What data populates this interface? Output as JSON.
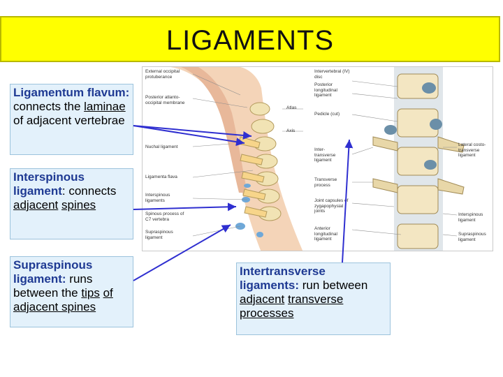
{
  "title": "LIGAMENTS",
  "boxes": {
    "flavum": {
      "hl": "Ligamentum flavum:",
      "pre": " connects the ",
      "u1": "laminae ",
      "post": "of adjacent vertebrae"
    },
    "interspinous": {
      "hl": "Interspinous ligament",
      "pre": ": connects ",
      "u1": "adjacent",
      "post": " spines"
    },
    "supraspinous": {
      "hl": "Supraspinous ligament:",
      "pre": " runs between the ",
      "u1": "tips",
      "mid": " of adjacent spines"
    },
    "intertransverse": {
      "hl": "Intertransverse ligaments:",
      "pre": " run between ",
      "u1": "adjacent",
      "post": " transverse processes"
    }
  },
  "figure_labels": {
    "external_occipital": "External occipital protuberance",
    "posterior_atlanto": "Posterior atlanto-occipital membrane",
    "nuchal": "Nuchal ligament",
    "ligamenta_flava": "Ligamenta flava",
    "interspinous_lig": "Interspinous ligaments",
    "spinous_c7": "Spinous process of C7 vertebra",
    "supraspinous_lig": "Supraspinous ligament",
    "atlas": "Atlas",
    "axis": "Axis",
    "ivdisc": "Intervertebral (IV) disc",
    "post_long": "Posterior longitudinal ligament",
    "pedicle": "Pedicle (cut)",
    "intertransverse_lig": "Inter-transverse ligament",
    "transverse_process": "Transverse process",
    "joint_capsules": "Joint capsules of zygapophysial joints",
    "anterior_long": "Anterior longitudinal ligament",
    "lateral_costo": "Lateral costo-transverse ligament",
    "interspinous_right": "Interspinous ligament",
    "supraspinous_right": "Supraspinous ligament"
  }
}
